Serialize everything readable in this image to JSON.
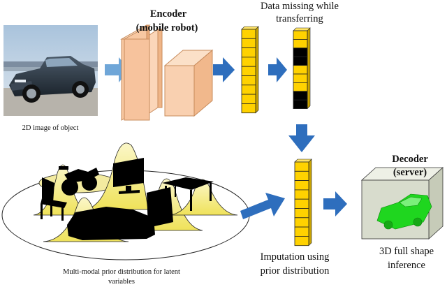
{
  "encoder": {
    "title": "Encoder",
    "subtitle": "(mobile robot)"
  },
  "missing": {
    "line1": "Data missing while",
    "line2": "transferring"
  },
  "decoder": {
    "title": "Decoder",
    "subtitle": "(server)"
  },
  "object_caption": "2D image of object",
  "prior_caption": {
    "line1": "Multi-modal prior distribution for latent",
    "line2": "variables"
  },
  "imputation": {
    "line1": "Imputation using",
    "line2": "prior distribution"
  },
  "inference": {
    "line1": "3D full shape",
    "line2": "inference"
  },
  "colors": {
    "latent_fill": "#ffd200",
    "missing_fill": "#000000",
    "arrow": "#2e6ebd",
    "encoder_box": "#f7c39d",
    "gauss_fill": "#f7ef8e",
    "voxel_green": "#1fd61f",
    "decoder_box": "#d8dccd"
  },
  "latent_vectors": [
    {
      "cells": 9,
      "missing_cells": []
    },
    {
      "cells": 9,
      "missing_cells": [
        2,
        3,
        7,
        8
      ]
    },
    {
      "cells": 9,
      "missing_cells": []
    }
  ],
  "icons": [
    "car-photo-image",
    "encoder-block-icon",
    "gaussian-blob-icon",
    "chair-silhouette-icon",
    "motorbike-silhouette-icon",
    "monitor-silhouette-icon",
    "table-silhouette-icon",
    "car-silhouette-icon",
    "voxel-car-icon"
  ]
}
